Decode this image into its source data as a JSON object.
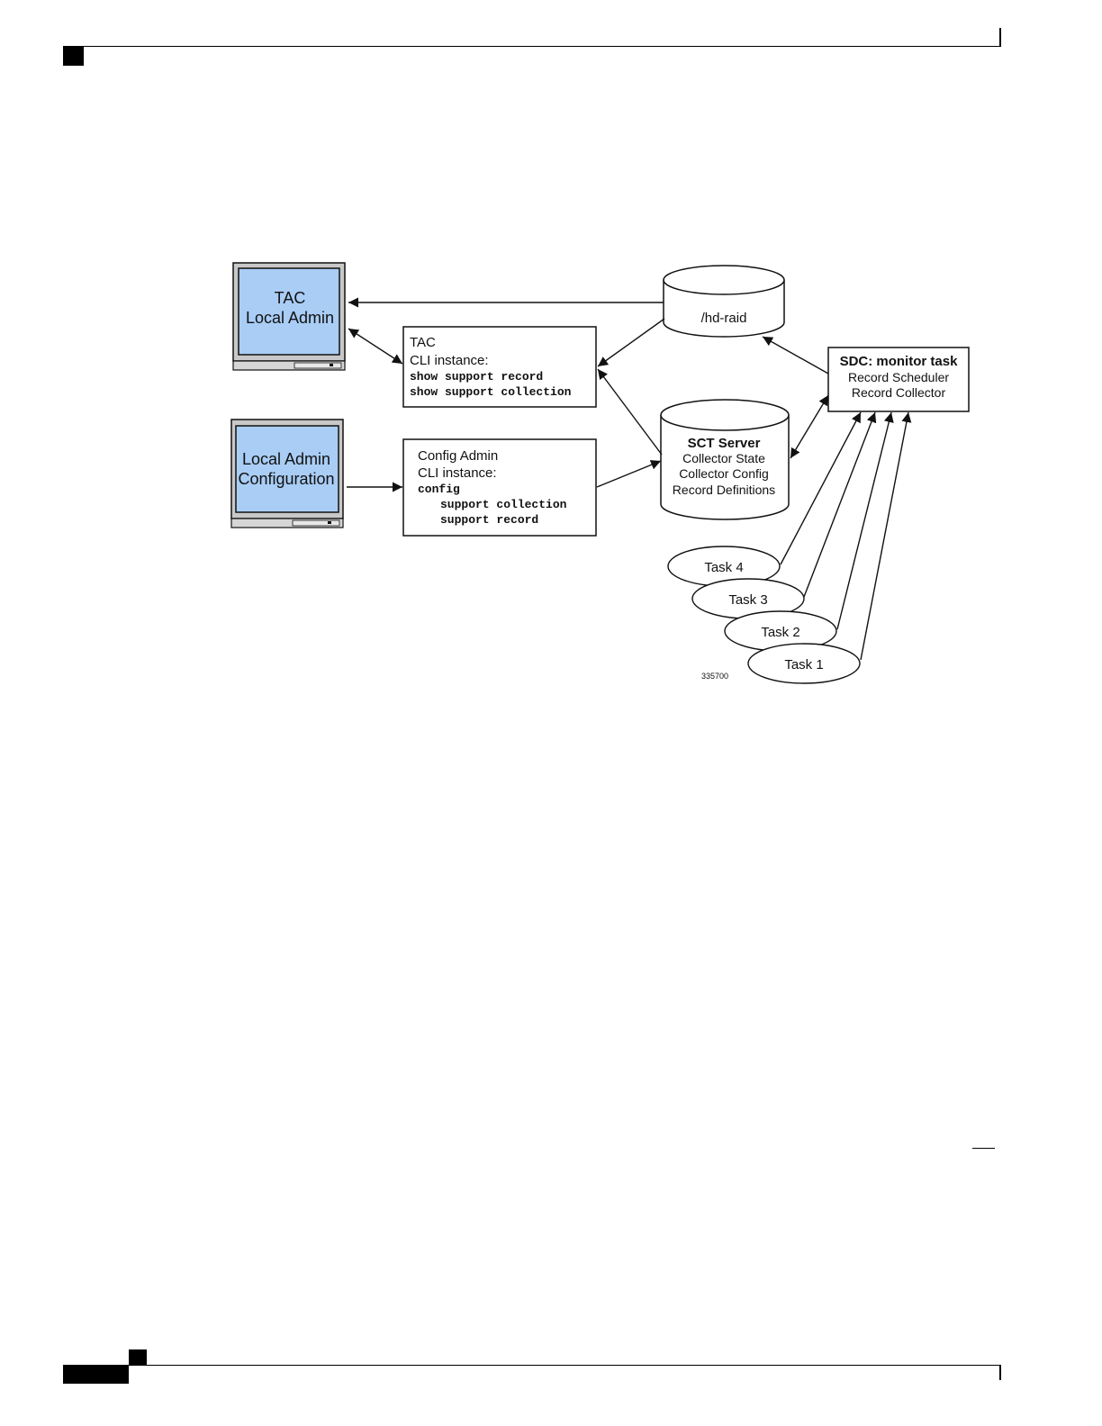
{
  "figure_id": "335700",
  "monitors": {
    "tac_monitor": {
      "line1": "TAC",
      "line2": "Local Admin"
    },
    "config_monitor": {
      "line1": "Local Admin",
      "line2": "Configuration"
    }
  },
  "boxes": {
    "tac_cli": {
      "line1": "TAC",
      "line2": "CLI instance:",
      "cmd1": "show support record",
      "cmd2": "show support collection"
    },
    "config_cli": {
      "line1": "Config Admin",
      "line2": "CLI instance:",
      "cmd1": "config",
      "cmd2": "support collection",
      "cmd3": "support record"
    },
    "sdc": {
      "title": "SDC: monitor task",
      "line1": "Record Scheduler",
      "line2": "Record Collector"
    }
  },
  "cylinders": {
    "hd_raid": {
      "label": "/hd-raid"
    },
    "sct_server": {
      "title": "SCT Server",
      "line1": "Collector State",
      "line2": "Collector Config",
      "line3": "Record Definitions"
    }
  },
  "tasks": [
    "Task 4",
    "Task 3",
    "Task 2",
    "Task 1"
  ],
  "colors": {
    "screen": "#a9cdf5",
    "bezel": "#c8c8c8",
    "line": "#111111",
    "page_marks": "#000000"
  }
}
